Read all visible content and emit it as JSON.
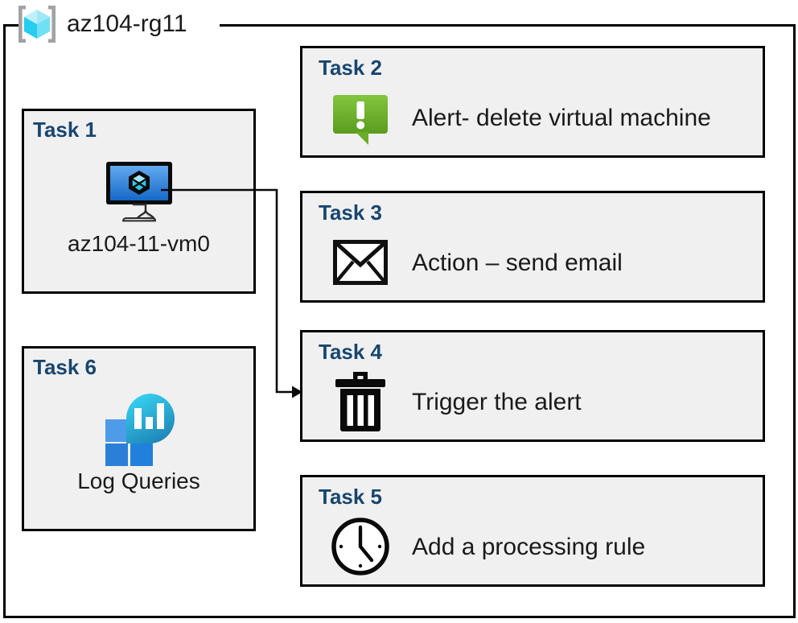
{
  "resource_group": {
    "icon": "azure-resource-group-icon",
    "title": "az104-rg11"
  },
  "cards": [
    {
      "id": "task1",
      "label": "Task 1",
      "icon": "virtual-machine-icon",
      "caption": "az104-11-vm0",
      "layout": "vertical"
    },
    {
      "id": "task2",
      "label": "Task 2",
      "icon": "alert-exclamation-icon",
      "caption": "Alert- delete virtual machine",
      "layout": "horizontal"
    },
    {
      "id": "task3",
      "label": "Task 3",
      "icon": "envelope-icon",
      "caption": "Action – send email",
      "layout": "horizontal"
    },
    {
      "id": "task4",
      "label": "Task 4",
      "icon": "trash-can-icon",
      "caption": "Trigger the alert",
      "layout": "horizontal"
    },
    {
      "id": "task5",
      "label": "Task 5",
      "icon": "clock-icon",
      "caption": "Add a processing rule",
      "layout": "horizontal"
    },
    {
      "id": "task6",
      "label": "Task 6",
      "icon": "log-analytics-icon",
      "caption": "Log Queries",
      "layout": "vertical"
    }
  ],
  "connector": {
    "name": "vm-to-task4-arrow",
    "from": "task1-virtual-machine-icon",
    "to": "task4-card"
  },
  "colors": {
    "card_background": "#f0f0f0",
    "card_border": "#000000",
    "task_label": "#17466e",
    "caption_text": "#1a1a1a",
    "alert_green": "#76bc2d",
    "vm_blue": "#3f8fe0",
    "log_analytics_cyan": "#2bc8e8",
    "log_analytics_blue": "#2a80d8"
  }
}
